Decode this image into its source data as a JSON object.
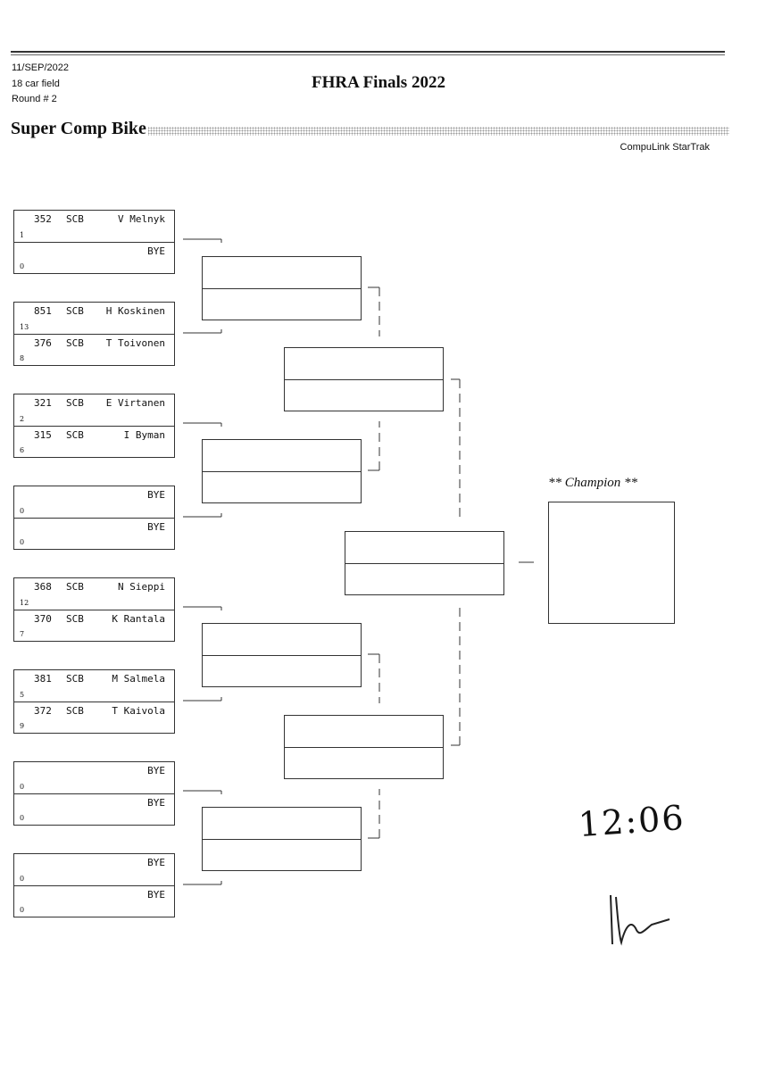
{
  "header": {
    "date": "11/SEP/2022",
    "field": "18 car field",
    "round": "Round # 2",
    "title": "FHRA Finals 2022",
    "class_name": "Super Comp Bike",
    "vendor": "CompuLink StarTrak"
  },
  "round1": [
    [
      {
        "num": "352",
        "cls": "SCB",
        "name": "V Melnyk",
        "seed": "1"
      },
      {
        "num": "",
        "cls": "",
        "name": "BYE",
        "seed": "0"
      }
    ],
    [
      {
        "num": "851",
        "cls": "SCB",
        "name": "H Koskinen",
        "seed": "13"
      },
      {
        "num": "376",
        "cls": "SCB",
        "name": "T Toivonen",
        "seed": "8"
      }
    ],
    [
      {
        "num": "321",
        "cls": "SCB",
        "name": "E Virtanen",
        "seed": "2"
      },
      {
        "num": "315",
        "cls": "SCB",
        "name": "I Byman",
        "seed": "6"
      }
    ],
    [
      {
        "num": "",
        "cls": "",
        "name": "BYE",
        "seed": "0"
      },
      {
        "num": "",
        "cls": "",
        "name": "BYE",
        "seed": "0"
      }
    ],
    [
      {
        "num": "368",
        "cls": "SCB",
        "name": "N Sieppi",
        "seed": "12"
      },
      {
        "num": "370",
        "cls": "SCB",
        "name": "K Rantala",
        "seed": "7"
      }
    ],
    [
      {
        "num": "381",
        "cls": "SCB",
        "name": "M Salmela",
        "seed": "5"
      },
      {
        "num": "372",
        "cls": "SCB",
        "name": "T Kaivola",
        "seed": "9"
      }
    ],
    [
      {
        "num": "",
        "cls": "",
        "name": "BYE",
        "seed": "0"
      },
      {
        "num": "",
        "cls": "",
        "name": "BYE",
        "seed": "0"
      }
    ],
    [
      {
        "num": "",
        "cls": "",
        "name": "BYE",
        "seed": "0"
      },
      {
        "num": "",
        "cls": "",
        "name": "BYE",
        "seed": "0"
      }
    ]
  ],
  "champion_label": "** Champion **",
  "handwritten_time": "12:06",
  "signature": "signature"
}
